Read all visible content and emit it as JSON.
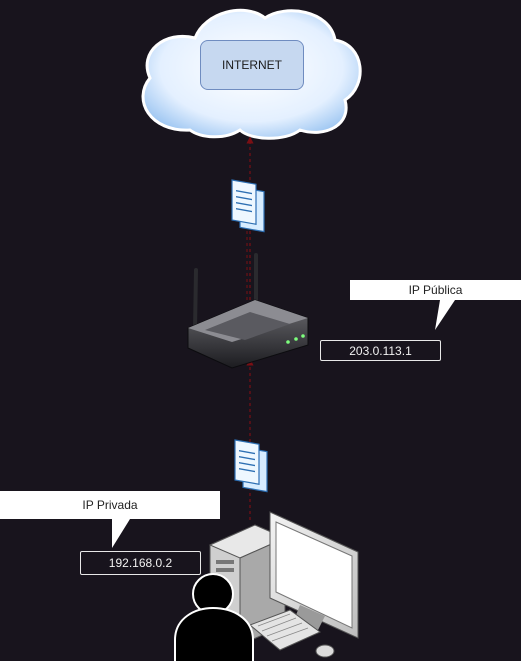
{
  "diagram": {
    "internet": {
      "label": "INTERNET"
    },
    "router": {
      "callout_label": "IP Pública",
      "ip_value": "203.0.113.1"
    },
    "computer": {
      "callout_label": "IP Privada",
      "ip_value": "192.168.0.2"
    },
    "colors": {
      "background": "#18141d",
      "cloud_fill": "#dcebff",
      "cloud_stroke": "#ffffff",
      "connector": "#7a0f14",
      "internet_box": "#c6d8f0",
      "callout_fill": "#ffffff"
    },
    "icons": [
      "cloud-icon",
      "packet-icon",
      "router-icon",
      "desktop-computer-icon",
      "user-icon"
    ]
  }
}
